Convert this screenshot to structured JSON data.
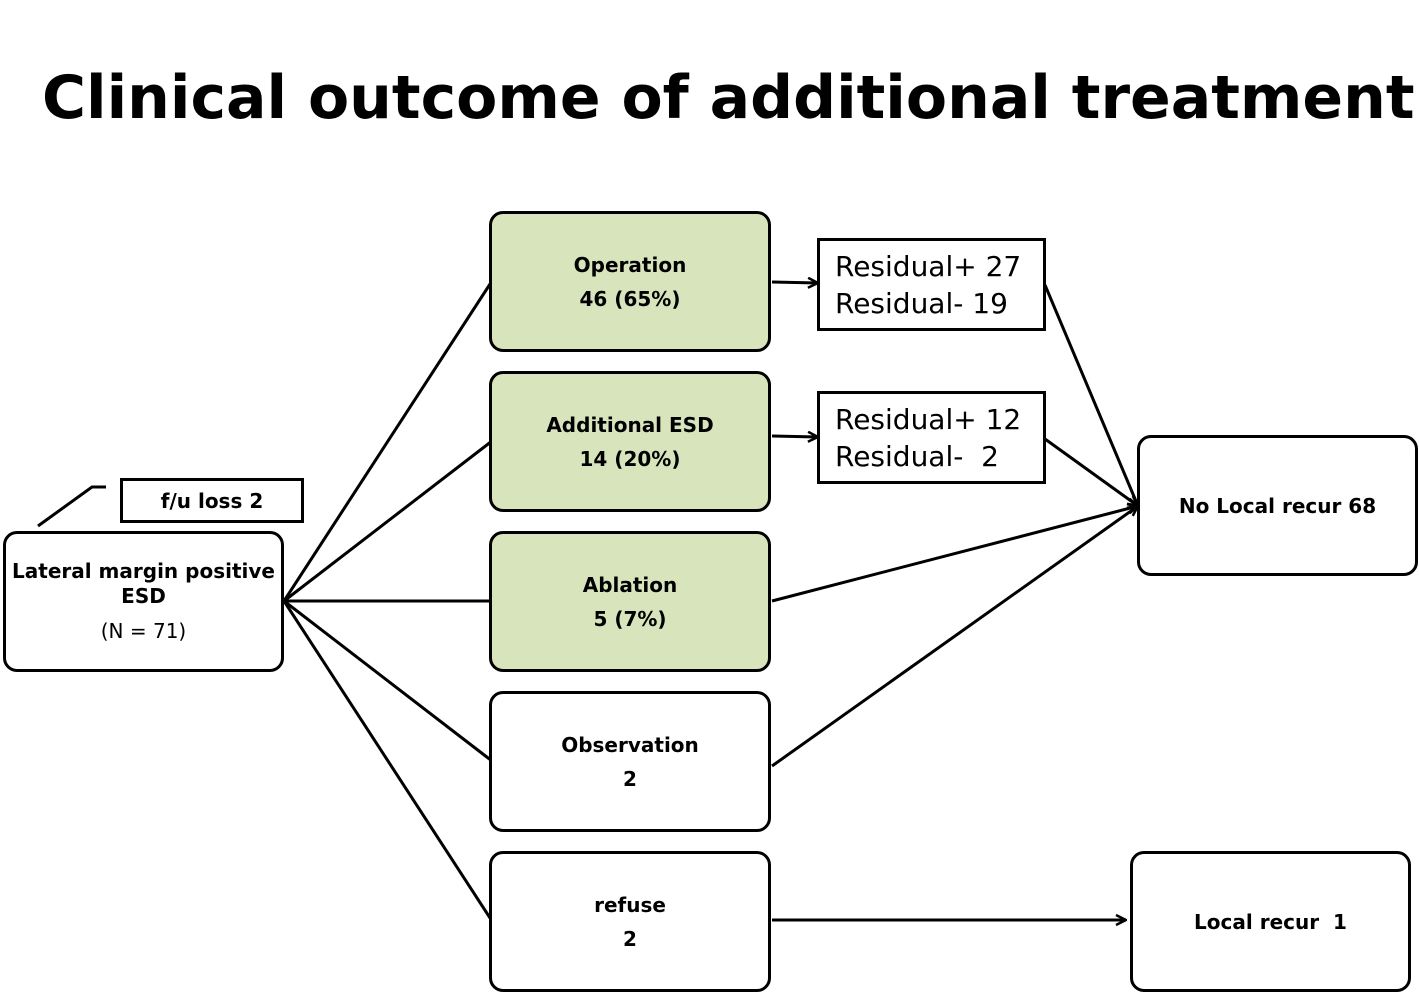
{
  "title": "Clinical outcome of additional treatment",
  "colors": {
    "treatment_fill": "#d8e4bc",
    "line": "#000000",
    "background": "#ffffff"
  },
  "nodes": {
    "start": {
      "line1": "Lateral margin positive",
      "line2": "ESD",
      "line3": "(N = 71)"
    },
    "fu_loss": "f/u loss 2",
    "operation": {
      "label": "Operation",
      "value": "46 (65%)"
    },
    "additional_esd": {
      "label": "Additional ESD",
      "value": "14 (20%)"
    },
    "ablation": {
      "label": "Ablation",
      "value": "5 (7%)"
    },
    "observation": {
      "label": "Observation",
      "value": "2"
    },
    "refuse": {
      "label": "refuse",
      "value": "2"
    },
    "operation_residual": {
      "positive": "Residual+ 27",
      "negative": "Residual- 19"
    },
    "esd_residual": {
      "positive": "Residual+ 12",
      "negative": "Residual-  2"
    },
    "no_local_recur": "No Local recur 68",
    "local_recur": "Local recur  1"
  }
}
